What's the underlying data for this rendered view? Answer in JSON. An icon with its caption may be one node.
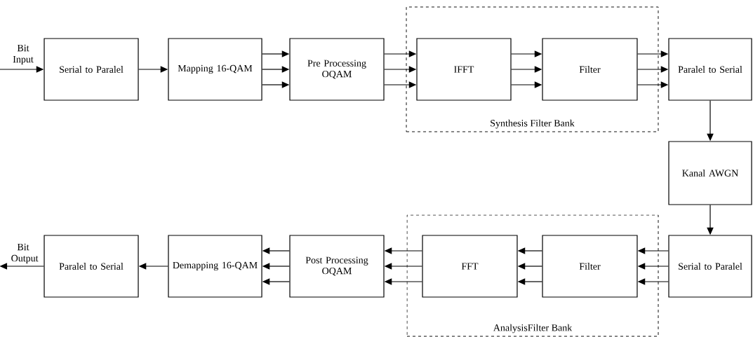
{
  "diagram": {
    "nodes": [
      {
        "text": [
          "Bit Input"
        ]
      },
      {
        "text": [
          "Serial to Paralel"
        ]
      },
      {
        "text": [
          "Mapping 16-QAM"
        ]
      },
      {
        "text": [
          "Pre Processing OQAM"
        ]
      },
      {
        "text": [
          "Synthesis Filter Bank"
        ]
      },
      {
        "text": [
          "IFFT"
        ],
        "in": 4
      },
      {
        "text": [
          "Filter"
        ],
        "in": 4
      },
      {
        "text": [
          "Paralel to Serial"
        ]
      },
      {
        "text": [
          "Kanal AWGN"
        ]
      },
      {
        "text": [
          "Bit Output"
        ]
      },
      {
        "text": [
          "Paralel to Serial"
        ]
      },
      {
        "text": [
          "Demapping 16-QAM"
        ]
      },
      {
        "text": [
          "Post Processing OQAM"
        ]
      },
      {
        "text": [
          "AnalysisFilter Bank"
        ]
      },
      {
        "text": [
          "FFT"
        ],
        "in": 13
      },
      {
        "text": [
          "Filter"
        ],
        "in": 13
      },
      {
        "text": [
          "Serial to Paralel"
        ]
      }
    ],
    "edges": [
      {
        "from": 0,
        "to": 1,
        "arrow": "to"
      },
      {
        "from": 1,
        "to": 2,
        "arrow": "to"
      },
      {
        "from": 2,
        "to": 3,
        "arrow": "to"
      },
      {
        "from": 2,
        "to": 3,
        "arrow": "to"
      },
      {
        "from": 2,
        "to": 3,
        "arrow": "to"
      },
      {
        "from": 3,
        "to": 5,
        "arrow": "to"
      },
      {
        "from": 3,
        "to": 5,
        "arrow": "to"
      },
      {
        "from": 3,
        "to": 5,
        "arrow": "to"
      },
      {
        "from": 5,
        "to": 6,
        "arrow": "to"
      },
      {
        "from": 5,
        "to": 6,
        "arrow": "to"
      },
      {
        "from": 5,
        "to": 6,
        "arrow": "to"
      },
      {
        "from": 6,
        "to": 7,
        "arrow": "to"
      },
      {
        "from": 6,
        "to": 7,
        "arrow": "to"
      },
      {
        "from": 6,
        "to": 7,
        "arrow": "to"
      },
      {
        "from": 7,
        "to": 8,
        "arrow": "to"
      },
      {
        "from": 8,
        "to": 16,
        "arrow": "to"
      },
      {
        "from": 16,
        "to": 15,
        "arrow": "to"
      },
      {
        "from": 16,
        "to": 15,
        "arrow": "to"
      },
      {
        "from": 16,
        "to": 15,
        "arrow": "to"
      },
      {
        "from": 15,
        "to": 14,
        "arrow": "to"
      },
      {
        "from": 15,
        "to": 14,
        "arrow": "to"
      },
      {
        "from": 15,
        "to": 14,
        "arrow": "to"
      },
      {
        "from": 14,
        "to": 12,
        "arrow": "to"
      },
      {
        "from": 14,
        "to": 12,
        "arrow": "to"
      },
      {
        "from": 14,
        "to": 12,
        "arrow": "to"
      },
      {
        "from": 12,
        "to": 11,
        "arrow": "to"
      },
      {
        "from": 12,
        "to": 11,
        "arrow": "to"
      },
      {
        "from": 12,
        "to": 11,
        "arrow": "to"
      },
      {
        "from": 11,
        "to": 10,
        "arrow": "to"
      },
      {
        "from": 10,
        "to": 9,
        "arrow": "to"
      }
    ]
  }
}
